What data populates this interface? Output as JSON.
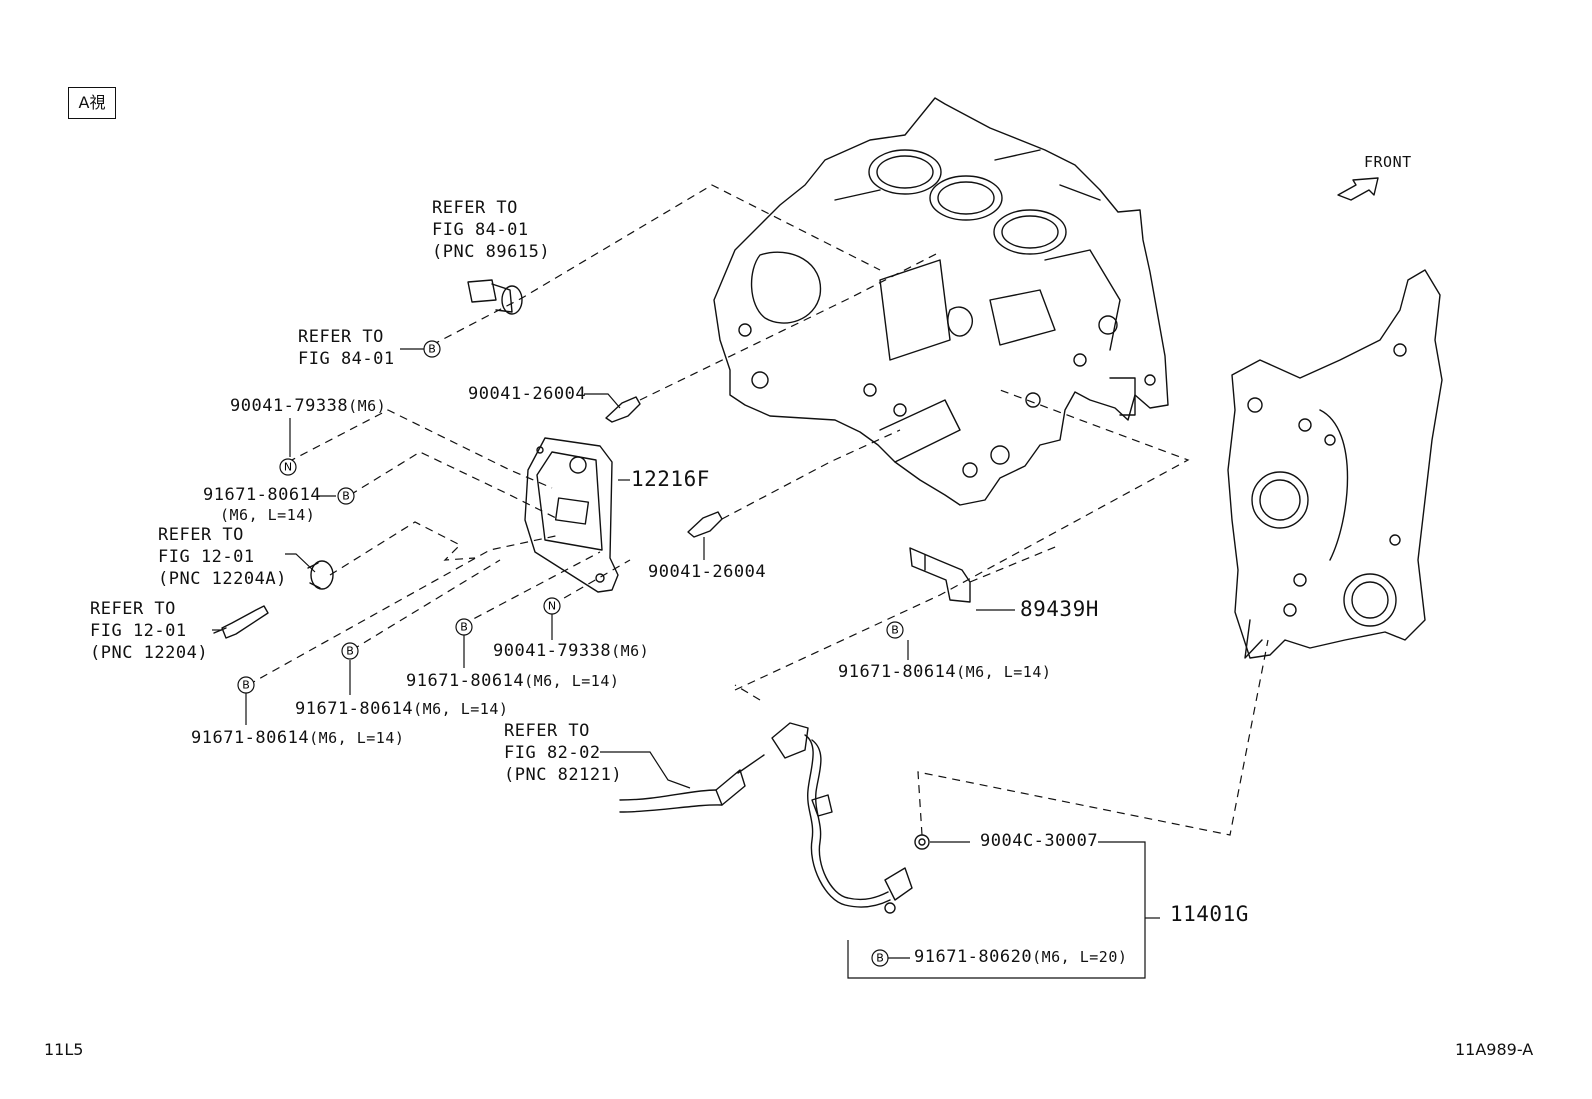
{
  "view_tag": "A視",
  "front_label": "FRONT",
  "footer": {
    "left": "11L5",
    "right": "11A989-A"
  },
  "symbols": {
    "b": "B",
    "n": "N"
  },
  "refer_knock_sensor": [
    "REFER TO",
    "FIG 84-01",
    "(PNC 89615)"
  ],
  "refer_knock_bolt": [
    "REFER TO",
    "FIG 84-01"
  ],
  "refer_filter": [
    "REFER TO",
    "FIG 12-01",
    "(PNC 12204A)"
  ],
  "refer_valve": [
    "REFER TO",
    "FIG 12-01",
    "(PNC 12204)"
  ],
  "refer_wire": [
    "REFER TO",
    "FIG 82-02",
    "(PNC 82121)"
  ],
  "parts": {
    "stud_upper": "90041-26004",
    "stud_lower": "90041-26004",
    "nut_upper": "90041-79338",
    "nut_upper_spec": "(M6)",
    "nut_lower": "90041-79338",
    "nut_lower_spec": "(M6)",
    "bolt_a": "91671-80614",
    "bolt_a_spec": "(M6, L=14)",
    "bolt_b": "91671-80614",
    "bolt_b_spec": "(M6, L=14)",
    "bolt_c": "91671-80614",
    "bolt_c_spec": "(M6, L=14)",
    "bolt_d": "91671-80614",
    "bolt_d_spec": "(M6, L=14)",
    "bolt_e": "91671-80614",
    "bolt_e_spec": "(M6, L=14)",
    "cover": "12216F",
    "bracket": "89439H",
    "oring": "9004C-30007",
    "sensor_bolt": "91671-80620",
    "sensor_bolt_spec": "(M6, L=20)",
    "sensor_assy": "11401G"
  }
}
